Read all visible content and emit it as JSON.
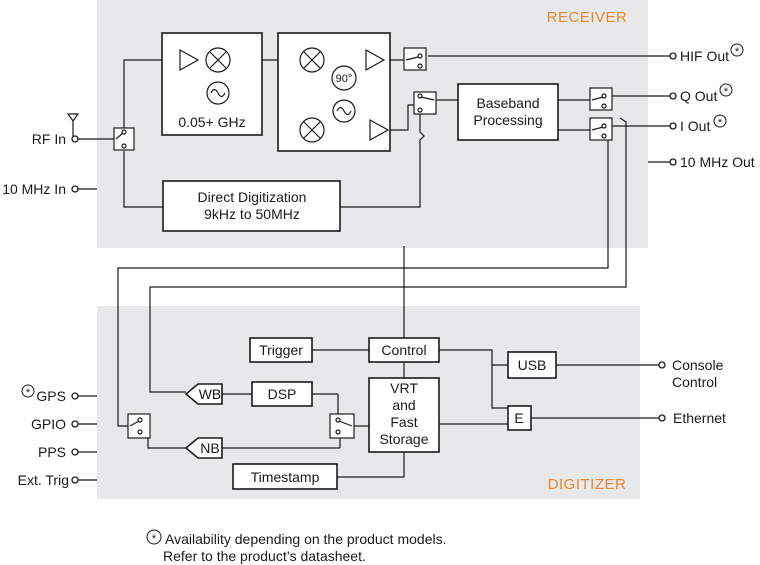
{
  "sections": {
    "receiver": "RECEIVER",
    "digitizer": "DIGITIZER"
  },
  "inputs": {
    "rf_in": "RF In",
    "ten_mhz_in": "10 MHz In",
    "gps": "GPS",
    "gpio": "GPIO",
    "pps": "PPS",
    "ext_trig": "Ext. Trig"
  },
  "outputs": {
    "hif_out": "HIF Out",
    "q_out": "Q Out",
    "i_out": "I Out",
    "ten_mhz_out": "10 MHz Out",
    "console_control_line1": "Console",
    "console_control_line2": "Control",
    "ethernet": "Ethernet"
  },
  "blocks": {
    "lo_block_freq": "0.05+ GHz",
    "phase_shift": "90°",
    "baseband_line1": "Baseband",
    "baseband_line2": "Processing",
    "direct_dig_line1": "Direct Digitization",
    "direct_dig_line2": "9kHz to 50MHz",
    "trigger": "Trigger",
    "control": "Control",
    "usb": "USB",
    "dsp": "DSP",
    "wb": "WB",
    "nb": "NB",
    "vrt_line1": "VRT",
    "vrt_line2": "and",
    "vrt_line3": "Fast",
    "vrt_line4": "Storage",
    "e_block": "E",
    "timestamp": "Timestamp"
  },
  "footnote": {
    "marker": "*",
    "line1": "Availability depending on the product models.",
    "line2": "Refer to the product’s datasheet."
  }
}
